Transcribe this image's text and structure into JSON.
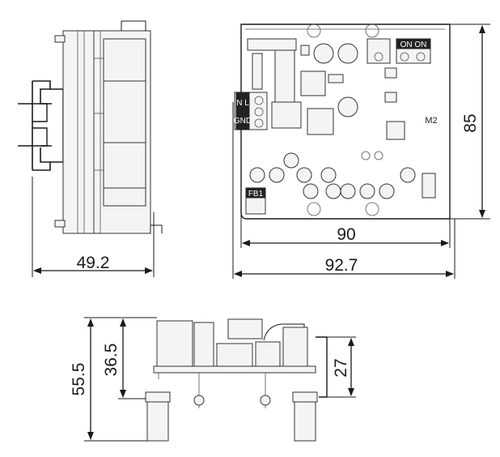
{
  "dimensions": {
    "width_side": "49.2",
    "board_width": "90",
    "overall_width": "92.7",
    "board_height": "85",
    "overall_height": "55.5",
    "component_height": "36.5",
    "bracket_height": "27"
  },
  "board_labels": {
    "module": "M2",
    "fb": "FB1",
    "connector_top": "ON ON",
    "connector_left": "N L",
    "connector_mid": "GND"
  }
}
